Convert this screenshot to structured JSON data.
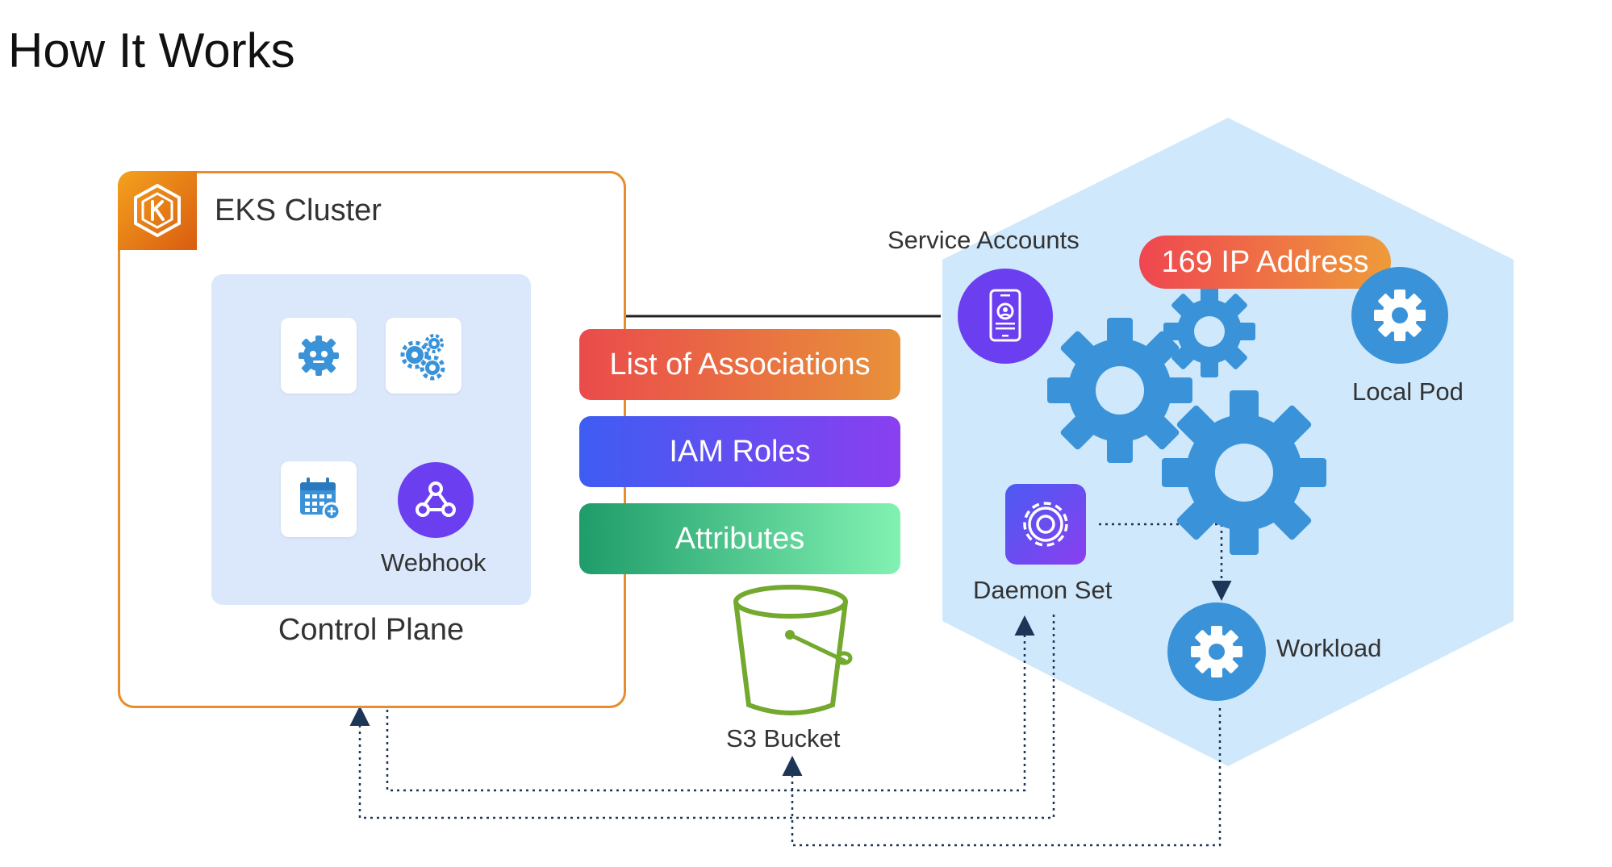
{
  "title": "How It Works",
  "eks_cluster": {
    "label": "EKS Cluster"
  },
  "control_plane": {
    "label": "Control Plane",
    "webhook_label": "Webhook"
  },
  "pills": {
    "associations": "List of Associations",
    "iam_roles": "IAM Roles",
    "attributes": "Attributes"
  },
  "s3": {
    "label": "S3 Bucket"
  },
  "node": {
    "service_accounts": "Service Accounts",
    "ip_address": "169 IP Address",
    "local_pod": "Local Pod",
    "daemon_set": "Daemon Set",
    "workload": "Workload"
  },
  "colors": {
    "orange_border": "#e88c2c",
    "hexagon_fill": "#cfe8fc",
    "gear_blue": "#3a93d8",
    "purple": "#6b3ff0",
    "s3_green": "#72a92e"
  },
  "icons": [
    "kubernetes-icon",
    "robot-gear-icon",
    "gears-icon",
    "calendar-icon",
    "webhook-icon",
    "mobile-profile-icon",
    "gear-icon",
    "bucket-icon"
  ]
}
